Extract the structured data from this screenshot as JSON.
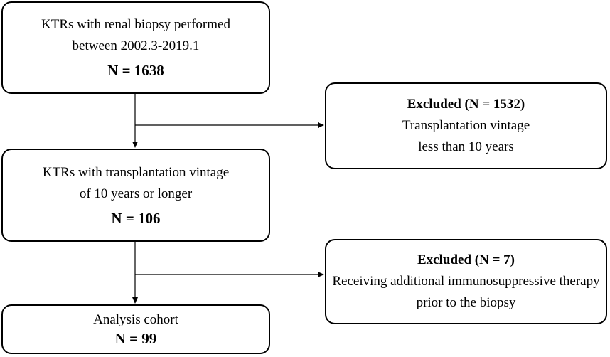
{
  "flow": {
    "step1": {
      "line1": "KTRs with renal biopsy performed",
      "line2": "between 2002.3-2019.1",
      "count": "N = 1638"
    },
    "exclusion1": {
      "title": "Excluded (N = 1532)",
      "line1": "Transplantation vintage",
      "line2": "less than 10 years"
    },
    "step2": {
      "line1": "KTRs with transplantation vintage",
      "line2": "of 10 years or longer",
      "count": "N = 106"
    },
    "exclusion2": {
      "title": "Excluded (N = 7)",
      "line1": "Receiving additional immunosuppressive therapy",
      "line2": "prior to the biopsy"
    },
    "step3": {
      "line1": "Analysis cohort",
      "count": "N = 99"
    }
  },
  "colors": {
    "stroke": "#000000",
    "background": "#ffffff"
  }
}
